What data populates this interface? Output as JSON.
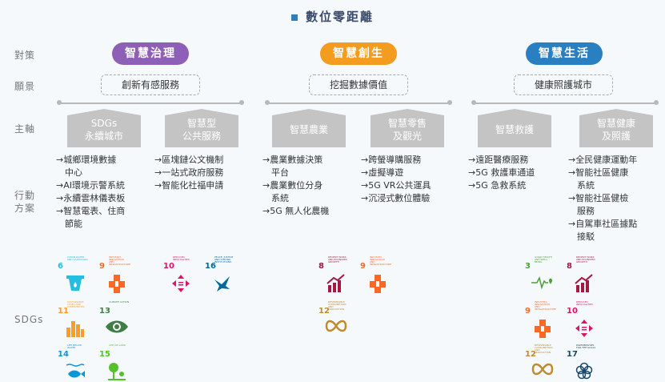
{
  "title": "數位零距離",
  "row_labels": {
    "strategy": "對策",
    "vision": "願景",
    "axis": "主軸",
    "action": "行動\n方案",
    "sdgs": "SDGs"
  },
  "strategies": [
    {
      "label": "智慧治理",
      "color": "#8e5fb7"
    },
    {
      "label": "智慧創生",
      "color": "#f39c1f"
    },
    {
      "label": "智慧生活",
      "color": "#2a7fc0"
    }
  ],
  "visions": [
    "創新有感服務",
    "挖掘數據價值",
    "健康照護城市"
  ],
  "axes": [
    "SDGs\n永續城市",
    "智慧型\n公共服務",
    "智慧農業",
    "智慧零售\n及觀光",
    "智慧救護",
    "智慧健康\n及照護"
  ],
  "actions": [
    [
      "→城鄉環境數據\n　中心",
      "→AI環境示警系統",
      "→永續雲林儀表板",
      "→智慧電表、住商\n　節能"
    ],
    [
      "→區塊鏈公文機制",
      "→一站式政府服務",
      "→智能化社福申請"
    ],
    [
      "→農業數據決策\n　平台",
      "→農業數位分身\n　系統",
      "→5G 無人化農機"
    ],
    [
      "→跨螢導購服務",
      "→虛擬導遊",
      "→5G VR公共運具",
      "→沉浸式數位體驗"
    ],
    [
      "→遠距醫療服務",
      "→5G 救護車通道",
      "→5G 急救系統"
    ],
    [
      "→全民健康運動年",
      "→智能社區健康\n　系統",
      "→智能社區健檢\n　服務",
      "→自駕車社區據點\n　接駁"
    ]
  ],
  "sdgs": [
    {
      "num": "6",
      "label": "CLEAN WATER AND SANITATION",
      "color": "#26bde2",
      "icon": "water-drop-icon"
    },
    {
      "num": "9",
      "label": "INDUSTRY, INNOVATION AND INFRASTRUCTURE",
      "color": "#fd6925",
      "icon": "cubes-icon"
    },
    {
      "num": "10",
      "label": "REDUCED INEQUALITIES",
      "color": "#dd1367",
      "icon": "arrows-icon"
    },
    {
      "num": "16",
      "label": "PEACE, JUSTICE AND STRONG INSTITUTIONS",
      "color": "#00689d",
      "icon": "dove-icon"
    },
    {
      "num": "11",
      "label": "SUSTAINABLE CITIES AND COMMUNITIES",
      "color": "#fd9d24",
      "icon": "city-icon"
    },
    {
      "num": "13",
      "label": "CLIMATE ACTION",
      "color": "#3f7e44",
      "icon": "eye-globe-icon"
    },
    {
      "num": "14",
      "label": "LIFE BELOW WATER",
      "color": "#0a97d9",
      "icon": "fish-icon"
    },
    {
      "num": "15",
      "label": "LIFE ON LAND",
      "color": "#56c02b",
      "icon": "tree-icon"
    },
    {
      "num": "8",
      "label": "DECENT WORK AND ECONOMIC GROWTH",
      "color": "#a21942",
      "icon": "growth-chart-icon"
    },
    {
      "num": "9",
      "label": "INDUSTRY, INNOVATION AND INFRASTRUCTURE",
      "color": "#fd6925",
      "icon": "cubes-icon"
    },
    {
      "num": "12",
      "label": "RESPONSIBLE CONSUMPTION AND PRODUCTION",
      "color": "#bf8b2e",
      "icon": "infinity-icon"
    },
    {
      "num": "3",
      "label": "GOOD HEALTH AND WELL-BEING",
      "color": "#4c9f38",
      "icon": "heartbeat-icon"
    },
    {
      "num": "8",
      "label": "DECENT WORK AND ECONOMIC GROWTH",
      "color": "#a21942",
      "icon": "growth-chart-icon"
    },
    {
      "num": "9",
      "label": "INDUSTRY, INNOVATION AND INFRASTRUCTURE",
      "color": "#fd6925",
      "icon": "cubes-icon"
    },
    {
      "num": "10",
      "label": "REDUCED INEQUALITIES",
      "color": "#dd1367",
      "icon": "arrows-icon"
    },
    {
      "num": "12",
      "label": "RESPONSIBLE CONSUMPTION AND PRODUCTION",
      "color": "#bf8b2e",
      "icon": "infinity-icon"
    },
    {
      "num": "17",
      "label": "PARTNERSHIPS FOR THE GOALS",
      "color": "#19486a",
      "icon": "flower-icon"
    }
  ]
}
